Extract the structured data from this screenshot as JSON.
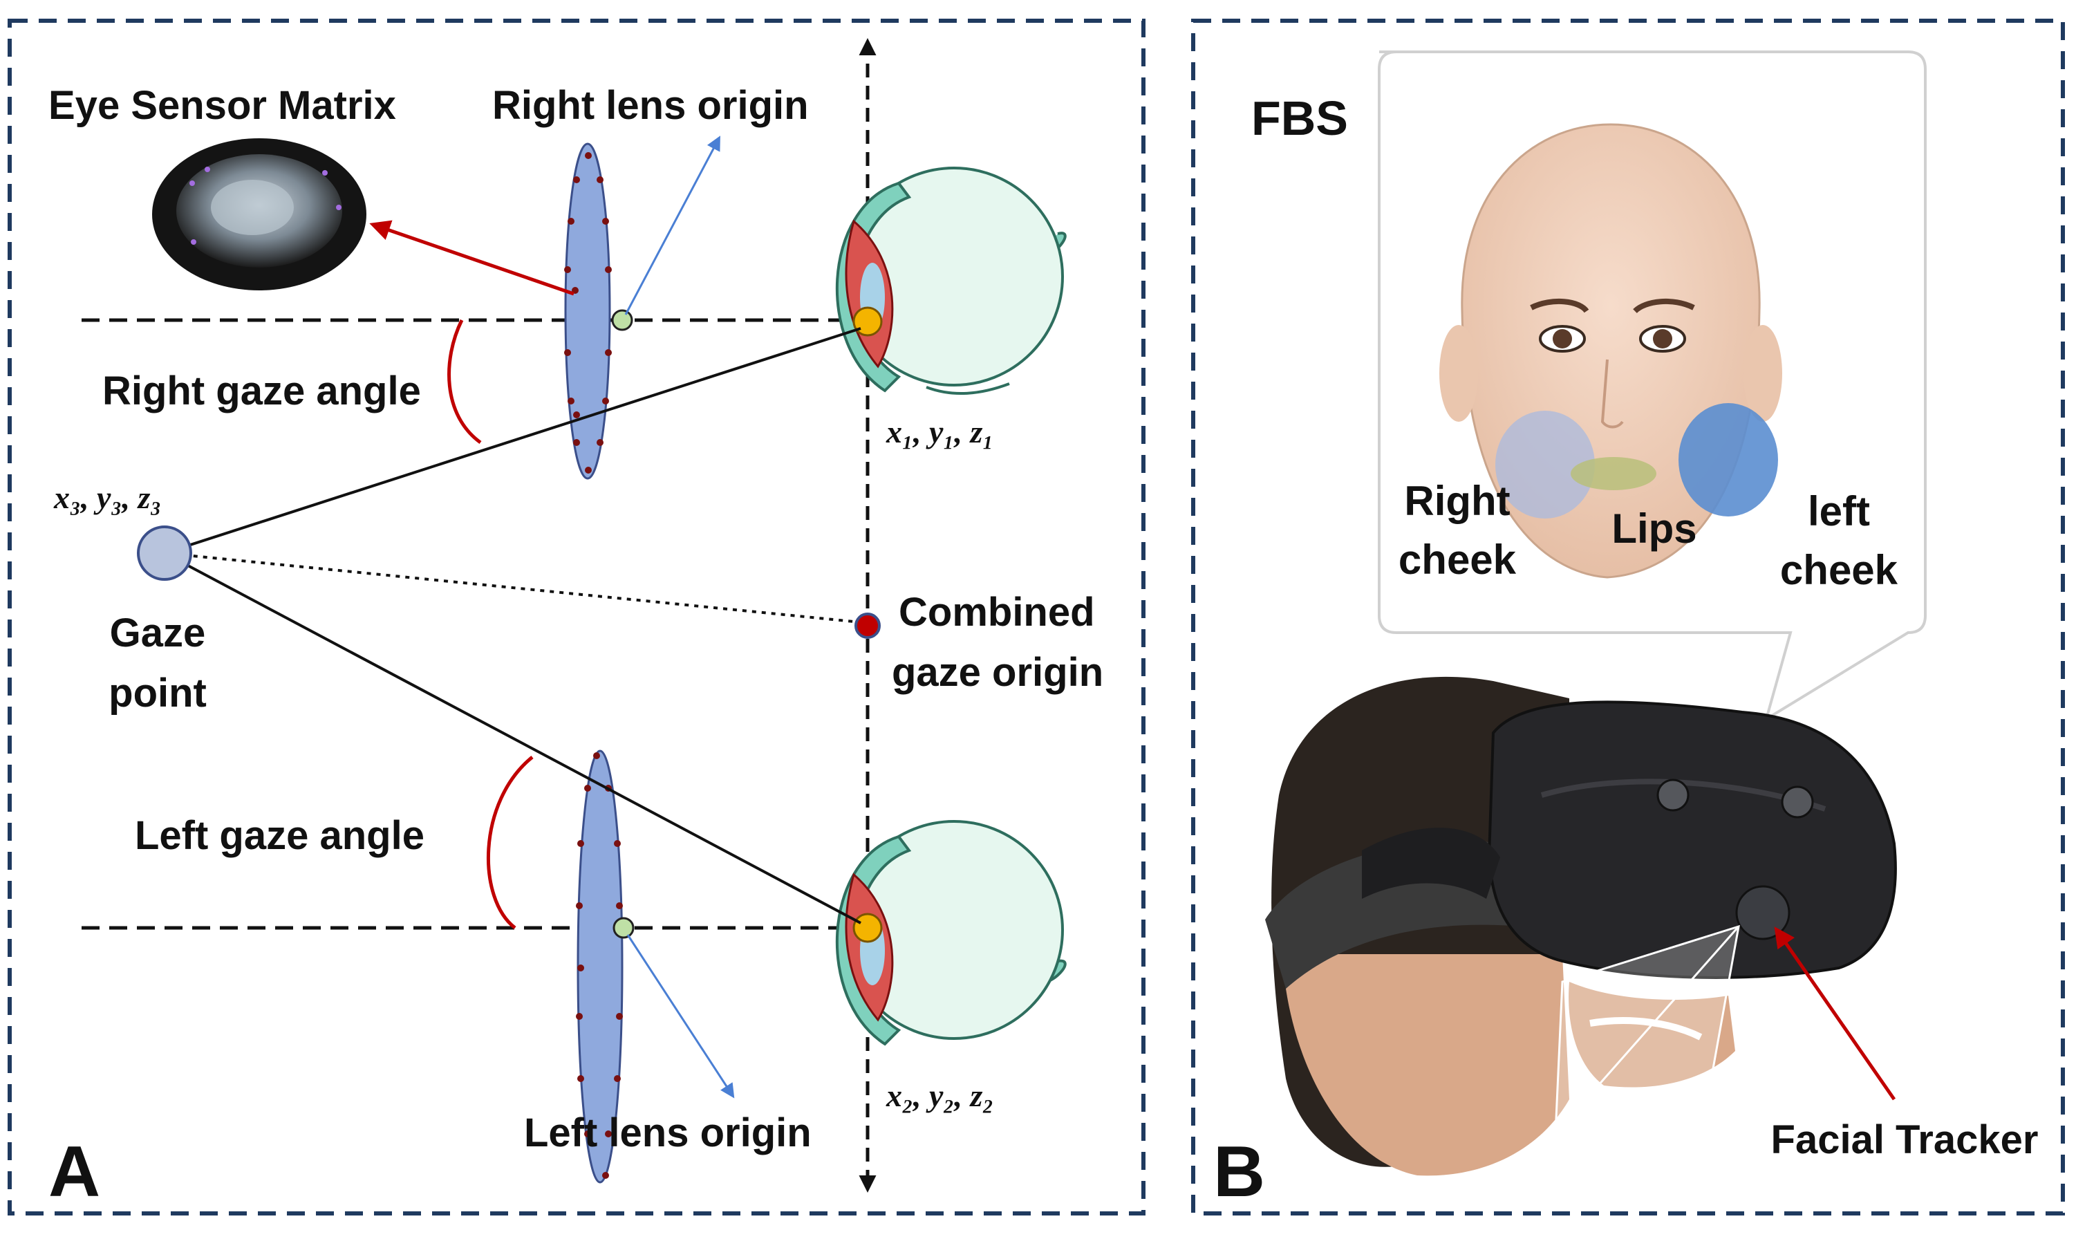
{
  "colors": {
    "panel_border": "#1f3a5f",
    "lens_fill": "#8fa9dd",
    "lens_point": "#7a1010",
    "lens_origin": "#bfe0a6",
    "eye_teal": "#7fd1bd",
    "eye_lens_red": "#d9534f",
    "pupil_orange": "#f4b400",
    "arrow_red": "#c00000",
    "arrow_blue": "#4a7fd4",
    "gaze_point": "#b8c4dd",
    "combined_origin": "#c00000",
    "cheek_right": "#a9b9df",
    "cheek_left": "#5b8ed0",
    "lips": "#b8c07a"
  },
  "panel_a": {
    "letter": "A",
    "eye_sensor_label": "Eye Sensor Matrix",
    "right_lens_origin_label": "Right lens origin",
    "left_lens_origin_label": "Left lens origin",
    "right_gaze_angle_label": "Right gaze angle",
    "left_gaze_angle_label": "Left gaze angle",
    "gaze_point_label_1": "Gaze",
    "gaze_point_label_2": "point",
    "combined_label_1": "Combined",
    "combined_label_2": "gaze origin",
    "coord_right": "x₁, y₁, z₁",
    "coord_left": "x₂, y₂, z₂",
    "coord_gaze": "x₃, y₃, z₃"
  },
  "panel_b": {
    "letter": "B",
    "fbs_label": "FBS",
    "right_cheek_1": "Right",
    "right_cheek_2": "cheek",
    "lips_label": "Lips",
    "left_cheek_1": "left",
    "left_cheek_2": "cheek",
    "facial_tracker_label": "Facial Tracker"
  }
}
